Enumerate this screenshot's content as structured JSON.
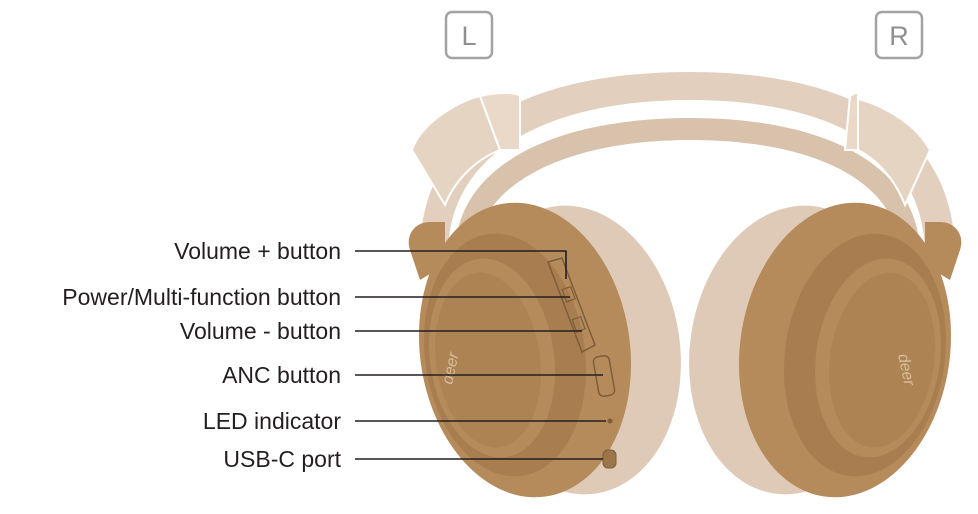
{
  "side_markers": {
    "left": "L",
    "right": "R"
  },
  "callouts": [
    "Volume + button",
    "Power/Multi-function button",
    "Volume - button",
    "ANC button",
    "LED indicator",
    "USB-C port"
  ],
  "brand": {
    "left_cup": "deer",
    "right_cup": "deer"
  },
  "colors": {
    "cup_body": "#B58B5B",
    "cup_shadow": "#9C7548",
    "cushion": "#DECAB7",
    "headband": "#E3CFBE",
    "headband_outline": "#FFFFFF",
    "marker_border": "#A3A3A3",
    "marker_text": "#8F8F8F",
    "callout_line": "#231F20"
  }
}
